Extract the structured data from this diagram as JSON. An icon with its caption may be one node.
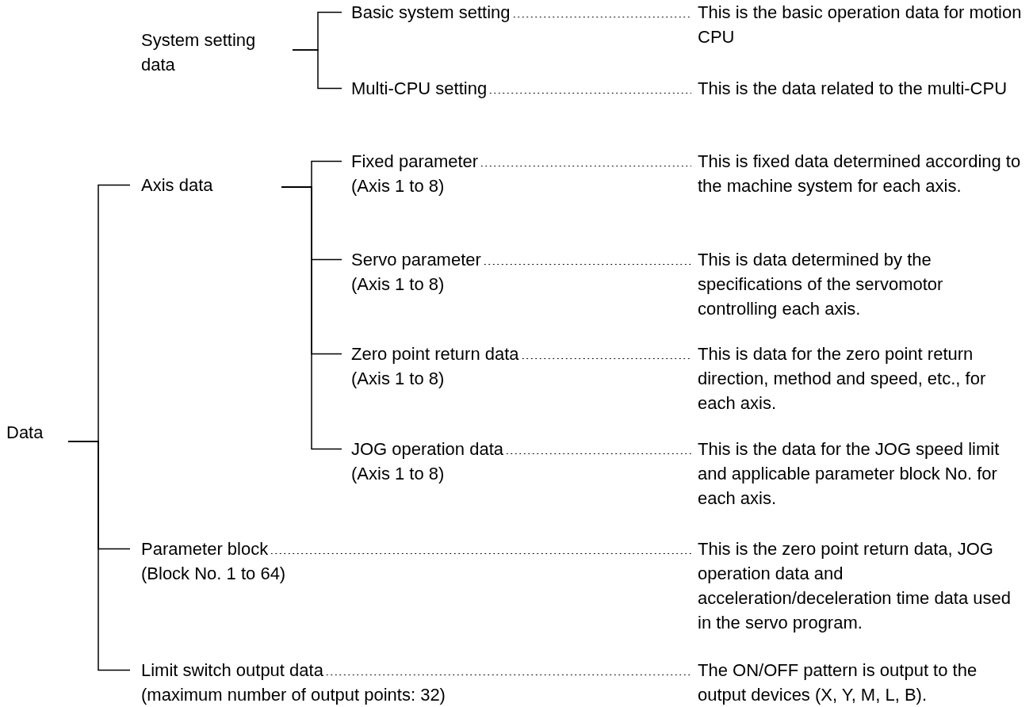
{
  "diagram": {
    "nodes": [
      {
        "text": [
          "Data"
        ]
      },
      {
        "text": [
          "System setting data"
        ]
      },
      {
        "text": [
          "Basic system setting"
        ],
        "beside": [
          "This is the basic operation data for motion CPU"
        ]
      },
      {
        "text": [
          "Multi-CPU setting"
        ],
        "beside": [
          "This is the data related to the multi-CPU"
        ]
      },
      {
        "text": [
          "Axis data"
        ]
      },
      {
        "text": [
          "Fixed parameter",
          "(Axis 1 to 8)"
        ],
        "beside": [
          "This is fixed data determined according to the machine system for each axis."
        ]
      },
      {
        "text": [
          "Servo parameter",
          "(Axis 1 to 8)"
        ],
        "beside": [
          "This is data determined by the specifications of the servomotor controlling each axis."
        ]
      },
      {
        "text": [
          "Zero point return data",
          "(Axis 1 to 8)"
        ],
        "beside": [
          "This is data for the zero point return direction, method and speed, etc., for each axis."
        ]
      },
      {
        "text": [
          "JOG operation data",
          "(Axis 1 to 8)"
        ],
        "beside": [
          "This is the data for the JOG speed limit and applicable parameter block No. for each axis."
        ]
      },
      {
        "text": [
          "Parameter block",
          "(Block No. 1 to 64)"
        ],
        "beside": [
          "This is the zero point return data, JOG operation data and acceleration/deceleration time data used in the servo program."
        ]
      },
      {
        "text": [
          "Limit switch output data",
          "(maximum number of output points: 32)"
        ],
        "beside": [
          "The ON/OFF pattern is output to the output devices (X, Y, M, L, B)."
        ]
      }
    ],
    "edges": [
      {
        "from": 1,
        "to": 2,
        "arrow": "none"
      },
      {
        "from": 1,
        "to": 3,
        "arrow": "none"
      },
      {
        "from": 0,
        "to": 4,
        "arrow": "none"
      },
      {
        "from": 4,
        "to": 5,
        "arrow": "none"
      },
      {
        "from": 4,
        "to": 6,
        "arrow": "none"
      },
      {
        "from": 4,
        "to": 7,
        "arrow": "none"
      },
      {
        "from": 4,
        "to": 8,
        "arrow": "none"
      },
      {
        "from": 0,
        "to": 9,
        "arrow": "none"
      },
      {
        "from": 0,
        "to": 10,
        "arrow": "none"
      }
    ]
  }
}
